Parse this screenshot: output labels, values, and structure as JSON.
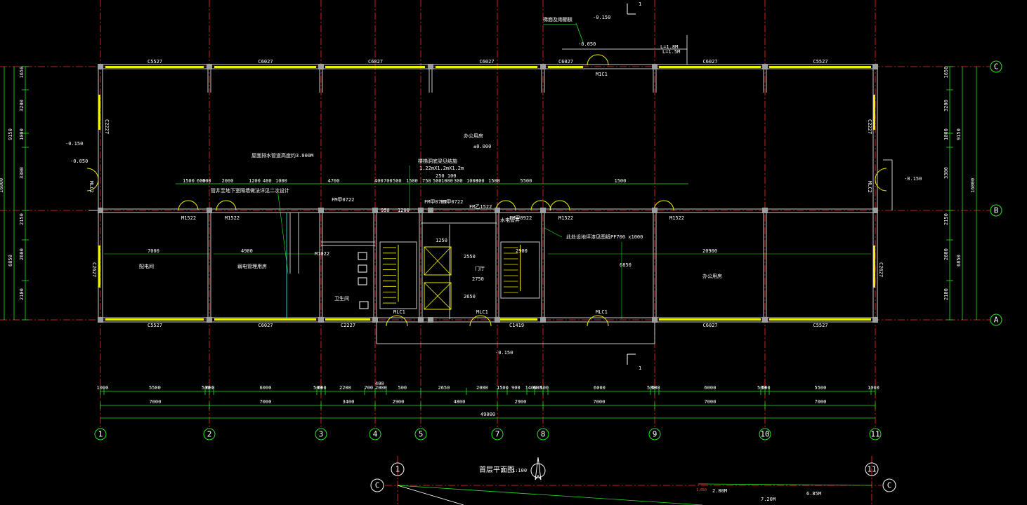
{
  "colors": {
    "background": "#000000",
    "axis": "#ff2a2a",
    "wall": "#c8c8c8",
    "dimension": "#22e622",
    "window": "#f0f000",
    "column": "#9aa0a0",
    "text": "#ffffff"
  },
  "axes": {
    "vertical": [
      {
        "label": "1"
      },
      {
        "label": "2"
      },
      {
        "label": "3"
      },
      {
        "label": "4"
      },
      {
        "label": "5"
      },
      {
        "label": "7"
      },
      {
        "label": "8"
      },
      {
        "label": "9"
      },
      {
        "label": "10"
      },
      {
        "label": "11"
      }
    ],
    "horizontal": [
      {
        "label": "C"
      },
      {
        "label": "B"
      },
      {
        "label": "A"
      }
    ]
  },
  "dims": {
    "bottom_row1": [
      "1000",
      "5500",
      "500",
      "600",
      "6000",
      "500",
      "600",
      "2200",
      "700",
      "2000",
      "500",
      "2650",
      "2000",
      "1500",
      "900",
      "1400",
      "600",
      "500",
      "6000",
      "500",
      "500",
      "6000",
      "500",
      "500",
      "5500",
      "1000"
    ],
    "bottom_row2": [
      "7000",
      "7000",
      "3400",
      "2900",
      "4800",
      "2900",
      "7000",
      "7000",
      "7000"
    ],
    "bottom_total": "49000",
    "bottom_extra": "400",
    "left_inner": [
      "1650",
      "3200",
      "1000",
      "3300",
      "2150",
      "2600",
      "2100"
    ],
    "left_mid": [
      "9150",
      "6850"
    ],
    "left_total": "16000",
    "right_inner": [
      "1650",
      "3200",
      "1000",
      "3300",
      "2150",
      "2600",
      "2100"
    ],
    "right_mid": [
      "9150",
      "6850"
    ],
    "right_total": "16000",
    "interior_row": [
      "1500",
      "600",
      "600",
      "2000",
      "1200",
      "400",
      "1000",
      "4700",
      "400",
      "700",
      "500",
      "1500",
      "750",
      "500",
      "1000",
      "300",
      "1000",
      "300",
      "1500",
      "5500",
      "1500"
    ],
    "room_dims": [
      "7000",
      "4900",
      "20900",
      "2900",
      "6850",
      "2550",
      "2750",
      "2650",
      "950",
      "1200",
      "1250"
    ]
  },
  "elevations": {
    "top": "-0.150",
    "entry": "-0.050",
    "left1": "-0.150",
    "left2": "-0.050",
    "right": "-0.150",
    "bottom": "-0.150",
    "floor": "±0.000"
  },
  "windows": {
    "top": [
      "C5527",
      "C6027",
      "C6027",
      "C6027",
      "C6027",
      "C6027",
      "C5527"
    ],
    "bottom": [
      "C5527",
      "C6027",
      "C2227",
      "C1419",
      "C6027",
      "C5527"
    ],
    "left_upper": "C2227",
    "right_upper": "C2227",
    "left_lower": "C2627",
    "right_lower": "C2627"
  },
  "doors": {
    "main_top": "M1C1",
    "side_left": "MLC2",
    "side_right": "MLC2",
    "bottom_entries": [
      "MLC1",
      "MLC1",
      "MLC1"
    ],
    "interior": [
      "M1522",
      "M1522",
      "FM甲0722",
      "FM甲0722",
      "FM甲0722",
      "FM乙1522",
      "FM甲0922",
      "M1522",
      "M1522",
      "M1022"
    ]
  },
  "notes": {
    "note_top": "梯面及雨棚板",
    "note_stair": "楼梯洞底梁见结施",
    "note_roof": "屋面排水管道高度约3.000M",
    "note_lower": "管井至地下室隔墙做法详见二次设计",
    "size_text": "1.22mX1.2mX1.2m",
    "size_sub": "250  100",
    "note_right": "此处设地坪漆见图纸PF700 x1000",
    "section_mark": "1",
    "section_mark2": "1",
    "dim_top_right": "L=1.8M",
    "dim_top_right2": "L=1.5M"
  },
  "rooms": {
    "hall": "办公用房",
    "room1": "配电间",
    "room2": "弱电管理用房",
    "room3": "水电管井",
    "room4": "办公用房",
    "toilet": "卫生间",
    "lobby": "门厅"
  },
  "title": {
    "text": "首层平面图",
    "scale": "1:100"
  },
  "bottom_view": {
    "axis_left": "1",
    "axis_right": "11",
    "row_left": "C",
    "row_right": "C",
    "d1": "2.80M",
    "d2": "7.20M",
    "d3": "6.85M",
    "mark": "1.050"
  }
}
